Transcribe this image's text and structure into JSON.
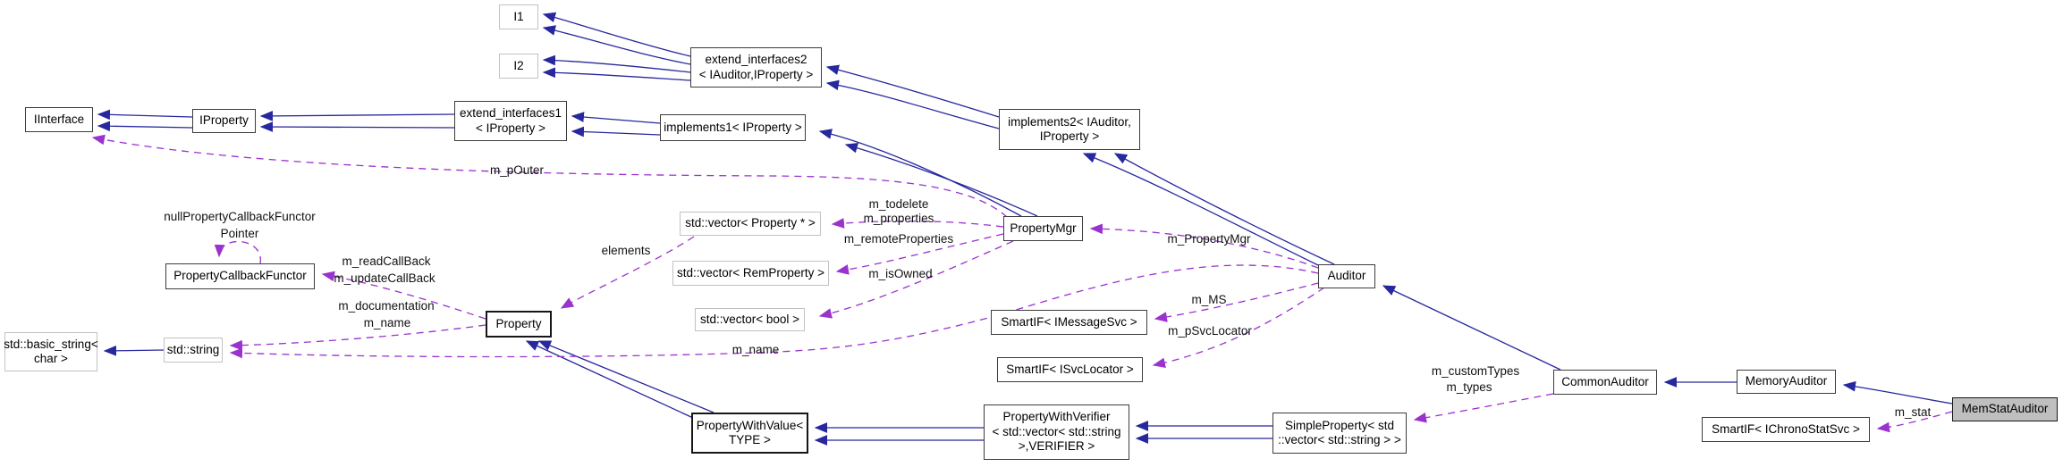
{
  "diagram": {
    "type": "class-collaboration-diagram",
    "focus_node": "MemStatAuditor",
    "colors": {
      "inheritance_edge": "#27279e",
      "usage_edge": "#9a32cd",
      "node_background": "#ffffff",
      "focus_node_background": "#bfbfbf",
      "node_border": "#3c3c3c",
      "external_node_border": "#c2c2c2"
    },
    "nodes": {
      "i1": {
        "lines": [
          "I1"
        ]
      },
      "i2": {
        "lines": [
          "I2"
        ]
      },
      "extend_interfaces2": {
        "lines": [
          "extend_interfaces2",
          "< IAuditor,IProperty >"
        ]
      },
      "iinterface": {
        "lines": [
          "IInterface"
        ]
      },
      "iproperty": {
        "lines": [
          "IProperty"
        ]
      },
      "extend_interfaces1": {
        "lines": [
          "extend_interfaces1",
          "< IProperty >"
        ]
      },
      "implements1": {
        "lines": [
          "implements1< IProperty >"
        ]
      },
      "implements2": {
        "lines": [
          "implements2< IAuditor,",
          "IProperty >"
        ]
      },
      "property_mgr": {
        "lines": [
          "PropertyMgr"
        ]
      },
      "auditor": {
        "lines": [
          "Auditor"
        ]
      },
      "property_callback_functor": {
        "lines": [
          "PropertyCallbackFunctor"
        ]
      },
      "vector_property_ptr": {
        "lines": [
          "std::vector< Property * >"
        ]
      },
      "vector_rem_property": {
        "lines": [
          "std::vector< RemProperty >"
        ]
      },
      "vector_bool": {
        "lines": [
          "std::vector< bool >"
        ]
      },
      "basic_string": {
        "lines": [
          "std::basic_string<",
          "char >"
        ]
      },
      "std_string": {
        "lines": [
          "std::string"
        ]
      },
      "property": {
        "lines": [
          "Property"
        ]
      },
      "smartif_imessagesvc": {
        "lines": [
          "SmartIF< IMessageSvc >"
        ]
      },
      "smartif_isvclocator": {
        "lines": [
          "SmartIF< ISvcLocator >"
        ]
      },
      "property_with_value": {
        "lines": [
          "PropertyWithValue<",
          "TYPE >"
        ]
      },
      "property_with_verifier": {
        "lines": [
          "PropertyWithVerifier",
          "< std::vector< std::string",
          ">,VERIFIER >"
        ]
      },
      "simple_property": {
        "lines": [
          "SimpleProperty< std",
          "::vector< std::string > >"
        ]
      },
      "common_auditor": {
        "lines": [
          "CommonAuditor"
        ]
      },
      "memory_auditor": {
        "lines": [
          "MemoryAuditor"
        ]
      },
      "mem_stat_auditor": {
        "lines": [
          "MemStatAuditor"
        ]
      },
      "smartif_ichronostatsvc": {
        "lines": [
          "SmartIF< IChronoStatSvc >"
        ]
      }
    },
    "edge_labels": {
      "null_functor_line1": "nullPropertyCallbackFunctor",
      "null_functor_line2": "Pointer",
      "m_pOuter": "m_pOuter",
      "m_readCallBack": "m_readCallBack",
      "m_updateCallBack": "m_updateCallBack",
      "m_documentation": "m_documentation",
      "m_name_property": "m_name",
      "m_name_auditor": "m_name",
      "elements": "elements",
      "m_todelete": "m_todelete",
      "m_properties": "m_properties",
      "m_remoteProperties": "m_remoteProperties",
      "m_isOwned": "m_isOwned",
      "m_PropertyMgr": "m_PropertyMgr",
      "m_MS": "m_MS",
      "m_pSvcLocator": "m_pSvcLocator",
      "m_customTypes": "m_customTypes",
      "m_types": "m_types",
      "m_stat": "m_stat"
    }
  }
}
